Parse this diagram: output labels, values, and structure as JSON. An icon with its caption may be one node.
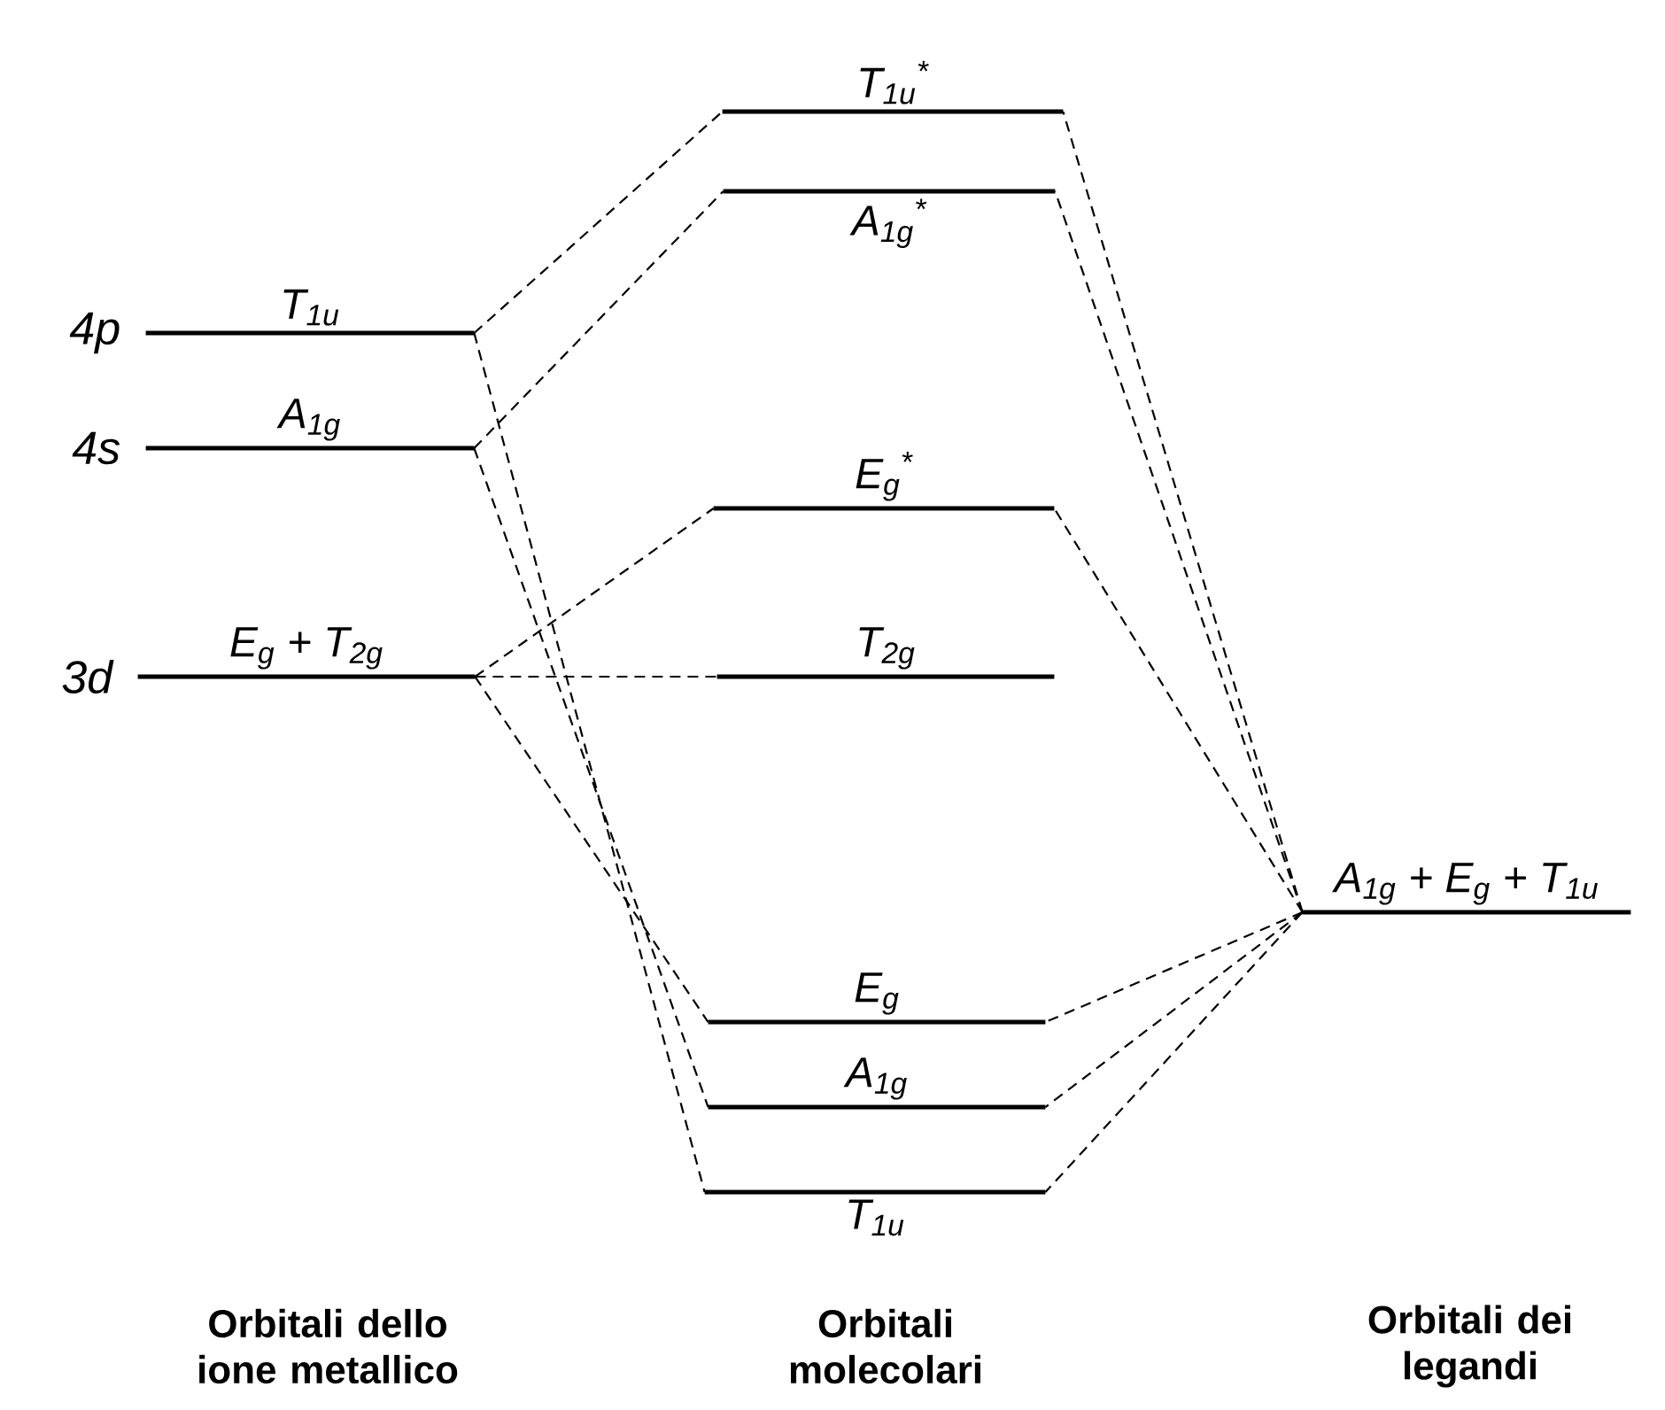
{
  "diagram": {
    "nodes": [
      {
        "text": [
          "T$_{1u}$"
        ],
        "beside": [
          "4p"
        ]
      },
      {
        "text": [
          "A$_{1g}$"
        ],
        "beside": [
          "4s"
        ]
      },
      {
        "text": [
          "E$_{g}$ + T$_{2g}$"
        ],
        "beside": [
          "3d"
        ]
      },
      {
        "text": [
          "T$_{1u}$$^{*}$"
        ]
      },
      {
        "text": [
          "A$_{1g}$$^{*}$"
        ]
      },
      {
        "text": [
          "E$_{g}$$^{*}$"
        ]
      },
      {
        "text": [
          "T$_{2g}$"
        ]
      },
      {
        "text": [
          "E$_{g}$"
        ]
      },
      {
        "text": [
          "A$_{1g}$"
        ]
      },
      {
        "text": [
          "T$_{1u}$"
        ]
      },
      {
        "text": [
          "A$_{1g}$ + E$_{g}$ + T$_{1u}$"
        ]
      }
    ],
    "edges": [
      {
        "from": 0,
        "to": 3,
        "arrow": "none",
        "style": "dashed"
      },
      {
        "from": 0,
        "to": 9,
        "arrow": "none",
        "style": "dashed"
      },
      {
        "from": 1,
        "to": 4,
        "arrow": "none",
        "style": "dashed"
      },
      {
        "from": 1,
        "to": 8,
        "arrow": "none",
        "style": "dashed"
      },
      {
        "from": 2,
        "to": 5,
        "arrow": "none",
        "style": "dashed"
      },
      {
        "from": 2,
        "to": 6,
        "arrow": "none",
        "style": "dashed"
      },
      {
        "from": 2,
        "to": 7,
        "arrow": "none",
        "style": "dashed"
      },
      {
        "from": 10,
        "to": 3,
        "arrow": "none",
        "style": "dashed"
      },
      {
        "from": 10,
        "to": 4,
        "arrow": "none",
        "style": "dashed"
      },
      {
        "from": 10,
        "to": 5,
        "arrow": "none",
        "style": "dashed"
      },
      {
        "from": 10,
        "to": 7,
        "arrow": "none",
        "style": "dashed"
      },
      {
        "from": 10,
        "to": 8,
        "arrow": "none",
        "style": "dashed"
      },
      {
        "from": 10,
        "to": 9,
        "arrow": "none",
        "style": "dashed"
      }
    ],
    "labels": [
      "Orbitali dello ione metallico",
      "Orbitali molecolari",
      "Orbitali dei legandi"
    ]
  }
}
